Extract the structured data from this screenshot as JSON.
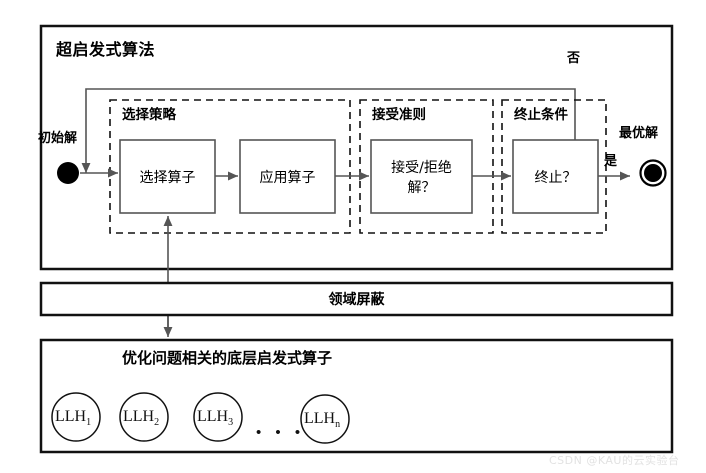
{
  "diagram": {
    "title": "超启发式算法",
    "outer_frame": {
      "label": "超启发式算法"
    },
    "nodes": {
      "start": {
        "label": "初始解",
        "type": "start-node-filled-circle"
      },
      "end": {
        "label": "最优解",
        "type": "end-node-ringed-circle"
      }
    },
    "groups": [
      {
        "name": "selection-strategy",
        "title": "选择策略",
        "boxes": [
          {
            "name": "selection-operator",
            "label": "选择算子"
          },
          {
            "name": "apply-operator",
            "label": "应用算子"
          }
        ]
      },
      {
        "name": "acceptance-criterion",
        "title": "接受准则",
        "boxes": [
          {
            "name": "accept-reject-solution",
            "label_line1": "接受/拒绝",
            "label_line2": "解？"
          }
        ]
      },
      {
        "name": "termination-condition",
        "title": "终止条件",
        "boxes": [
          {
            "name": "terminate-decision",
            "label": "终止？"
          }
        ]
      }
    ],
    "edge_labels": {
      "no": "否",
      "yes": "是"
    },
    "domain_barrier": {
      "label": "领域屏蔽"
    },
    "low_level_heuristics": {
      "title": "优化问题相关的底层启发式算子",
      "items": [
        {
          "base": "LLH",
          "sub": "1"
        },
        {
          "base": "LLH",
          "sub": "2"
        },
        {
          "base": "LLH",
          "sub": "3"
        },
        {
          "base": "LLH",
          "sub": "n"
        }
      ],
      "ellipsis": "• • •"
    },
    "watermark": "CSDN @KAU的云实验台",
    "colors": {
      "line": "#555555",
      "frame": "#000000",
      "text": "#000000",
      "background": "#ffffff",
      "watermark": "#e2e2e2"
    }
  }
}
